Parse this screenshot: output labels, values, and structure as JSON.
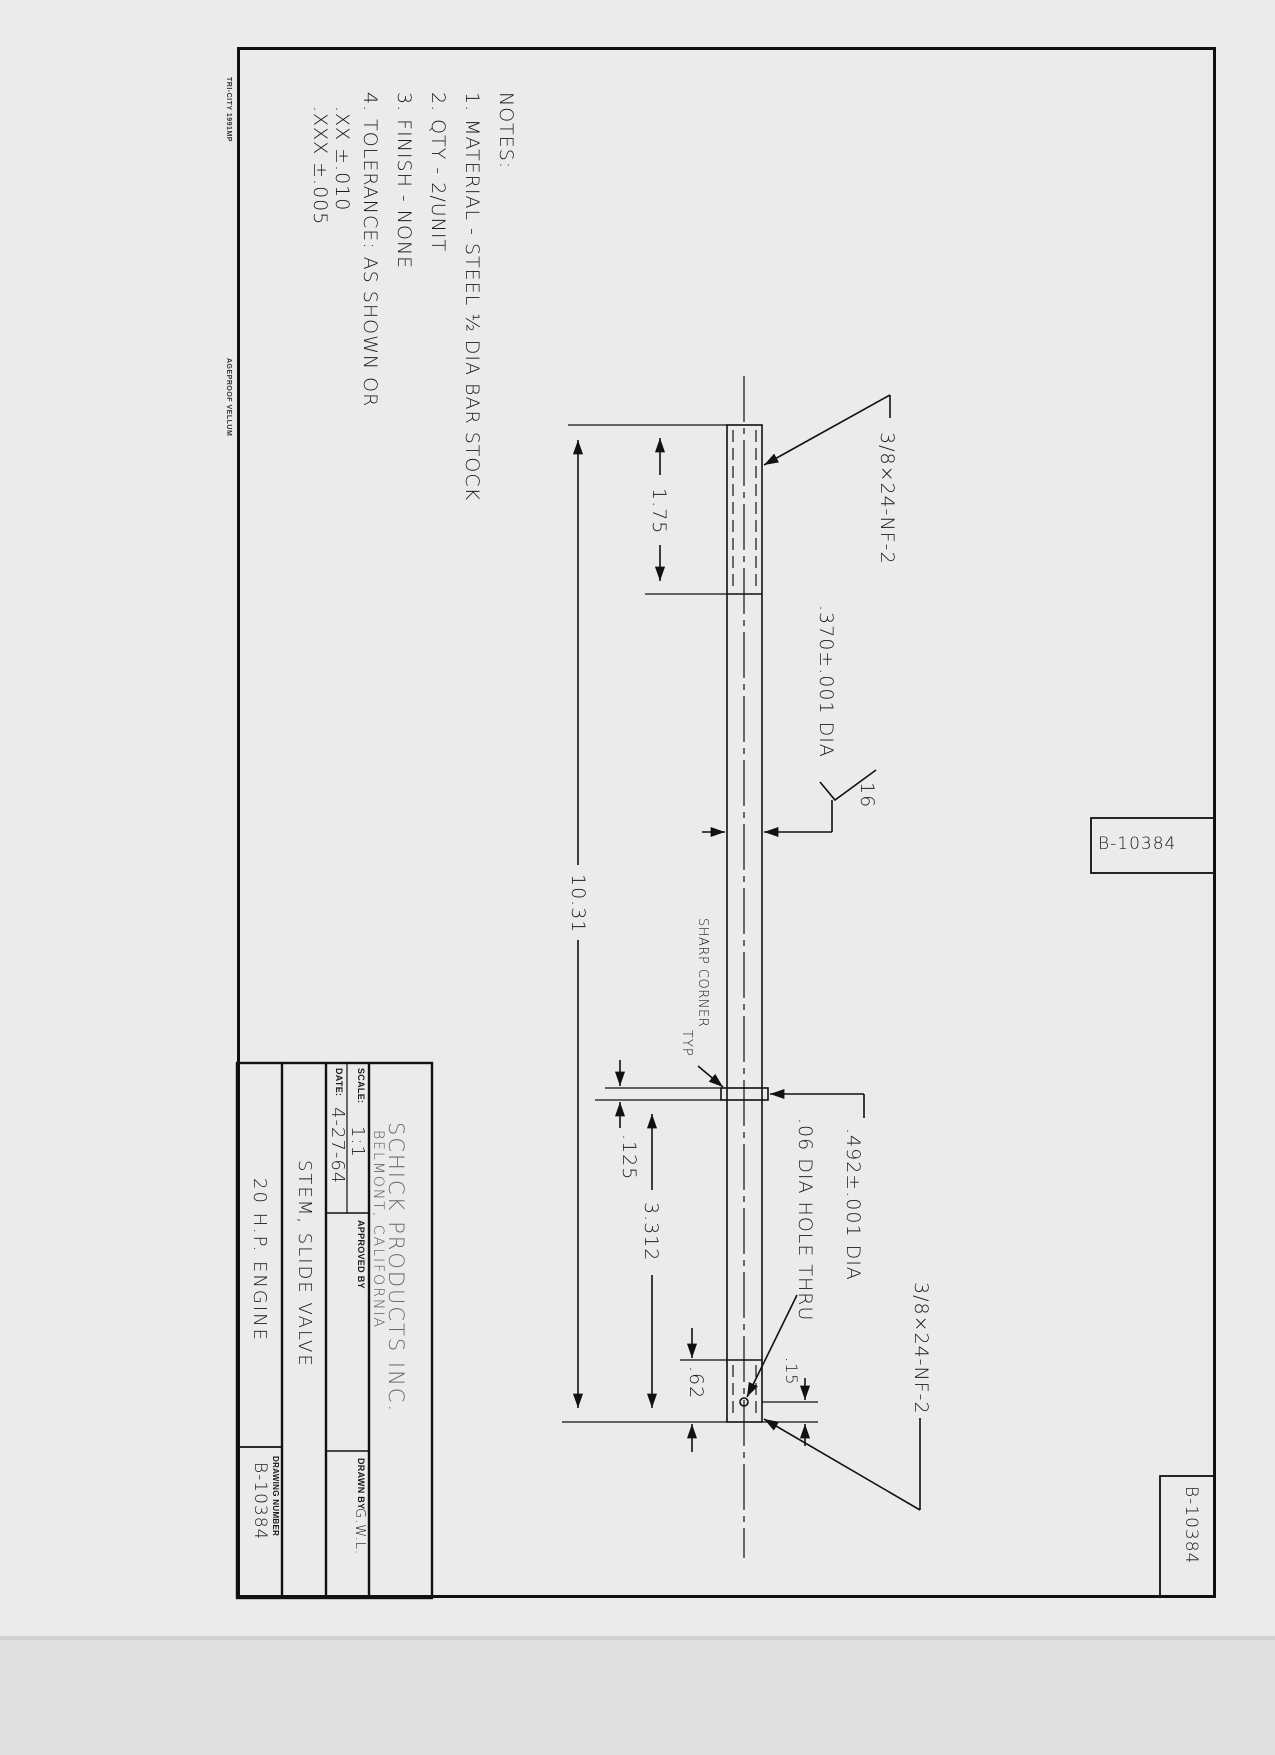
{
  "margin_labels": {
    "maker": "TRI-CITY 1991MP",
    "paper": "AGEPROOF VELLUM"
  },
  "notes": {
    "heading": "NOTES:",
    "items": [
      "1. MATERIAL - STEEL ½ DIA BAR STOCK",
      "2. QTY - 2/UNIT",
      "3. FINISH - NONE",
      "4. TOLERANCE: AS SHOWN OR"
    ],
    "tolerance_xx": ".XX ±.010",
    "tolerance_xxx": ".XXX ±.005"
  },
  "dimensions": {
    "thread_top": "3/8×24-NF-2",
    "thread_bottom": "3/8×24-NF-2",
    "stem_diameter": ".370±.001 DIA",
    "surface_finish": "16",
    "overall_length": "10.31",
    "thread_length": "1.75",
    "collar_diameter": ".492±.001 DIA",
    "collar_width": ".125",
    "collar_location": "3.312",
    "sharp_corner": "SHARP CORNER",
    "sharp_corner_typ": "TYP",
    "hole": ".06 DIA HOLE THRU",
    "hole_location": ".15",
    "end_thread_length": ".62"
  },
  "drawing_number_tab": "B-10384",
  "drawing_number_corner": "B-10384",
  "title_block": {
    "company": "SCHICK PRODUCTS INC.",
    "location": "BELMONT, CALIFORNIA",
    "scale_label": "SCALE:",
    "scale_value": "1:1",
    "date_label": "DATE:",
    "date_value": "4-27-64",
    "approved_label": "APPROVED BY",
    "drawn_label": "DRAWN BY",
    "drawn_value": "G.W.L.",
    "part_name": "STEM, SLIDE VALVE",
    "assembly": "20 H.P. ENGINE",
    "dwg_number_label": "DRAWING NUMBER",
    "dwg_number": "B-10384"
  }
}
